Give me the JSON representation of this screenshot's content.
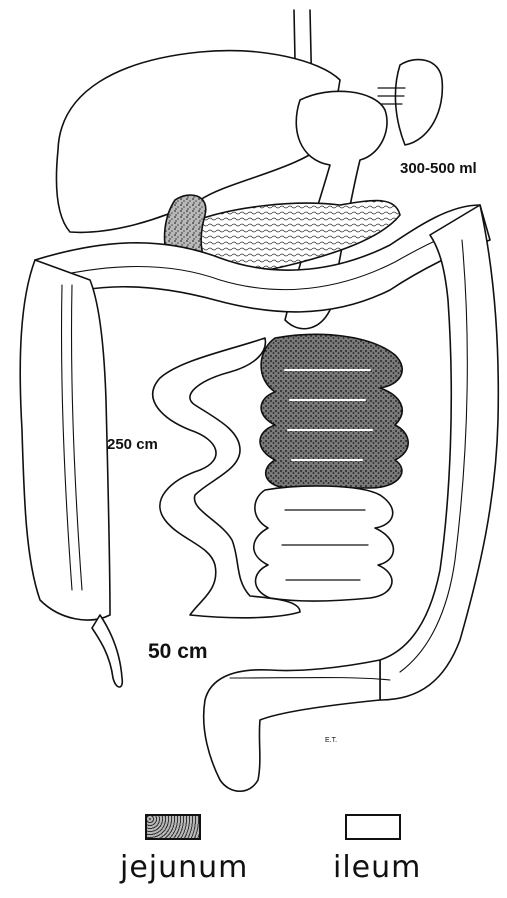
{
  "annotations": {
    "volume": "300-500 ml",
    "length_main": "250 cm",
    "length_terminal": "50 cm",
    "artist_initials": "E.T."
  },
  "legend": {
    "items": [
      {
        "label": "jejunum",
        "fill": "stippled-grey"
      },
      {
        "label": "ileum",
        "fill": "white"
      }
    ]
  },
  "colors": {
    "ink": "#111111",
    "stipple": "#8a8a8a",
    "background": "#ffffff"
  }
}
